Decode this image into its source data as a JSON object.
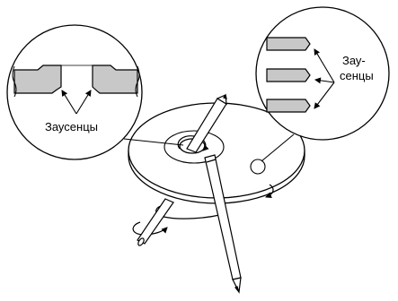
{
  "labels": {
    "left_burrs": "Заусенцы",
    "right_burrs_line1": "Зау-",
    "right_burrs_line2": "сенцы"
  },
  "colors": {
    "stroke": "#000000",
    "fill_gray": "#c8c8c8",
    "background": "#ffffff"
  }
}
